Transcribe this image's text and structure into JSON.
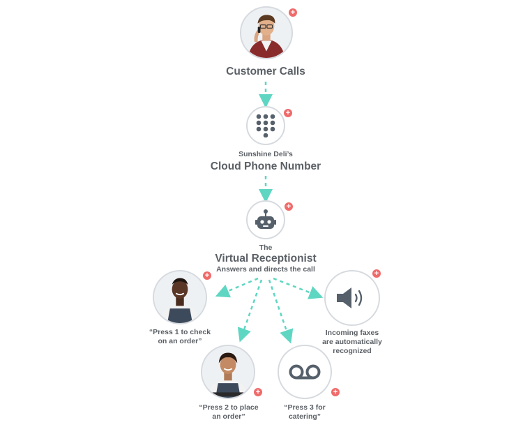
{
  "nodes": {
    "customer": {
      "title": "Customer Calls",
      "icon": "man-on-phone-photo"
    },
    "phone": {
      "pre": "Sunshine Deli’s",
      "title": "Cloud Phone Number",
      "icon": "keypad-icon"
    },
    "receptionist": {
      "pre": "The",
      "title": "Virtual Receptionist",
      "sub": "Answers and directs the call",
      "icon": "robot-icon"
    },
    "option1": {
      "line1": "“Press 1 to check",
      "line2": "on an order”",
      "icon": "employee-photo"
    },
    "option2": {
      "line1": "“Press 2 to place",
      "line2": "an order”",
      "icon": "employee-photo"
    },
    "option3": {
      "line1": "“Press 3 for",
      "line2": "catering”",
      "icon": "voicemail-icon"
    },
    "fax": {
      "line1": "Incoming faxes",
      "line2": "are automatically",
      "line3": "recognized",
      "icon": "speaker-icon"
    }
  },
  "expand_symbol": "+",
  "colors": {
    "connector": "#5fd6c2",
    "badge": "#ef6b6b",
    "icon": "#55606b",
    "ring": "#d6dadf",
    "text": "#5b6066"
  }
}
